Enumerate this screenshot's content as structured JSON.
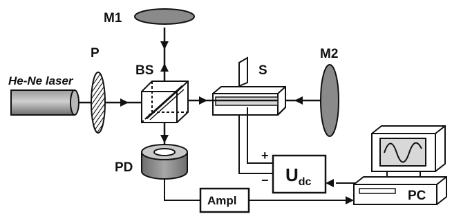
{
  "labels": {
    "laser": "He-Ne laser",
    "polarizer": "P",
    "beamsplitter": "BS",
    "mirror1": "M1",
    "mirror2": "M2",
    "sample": "S",
    "photodiode": "PD",
    "amplifier": "Ampl",
    "voltage_main": "U",
    "voltage_sub": "dc",
    "plus": "+",
    "minus": "−",
    "computer": "PC"
  },
  "colors": {
    "stroke": "#111111",
    "component_gray": "#8a8a8a",
    "component_light": "#c8c8c8",
    "screen": "#d8d8d8",
    "background": "#ffffff"
  }
}
